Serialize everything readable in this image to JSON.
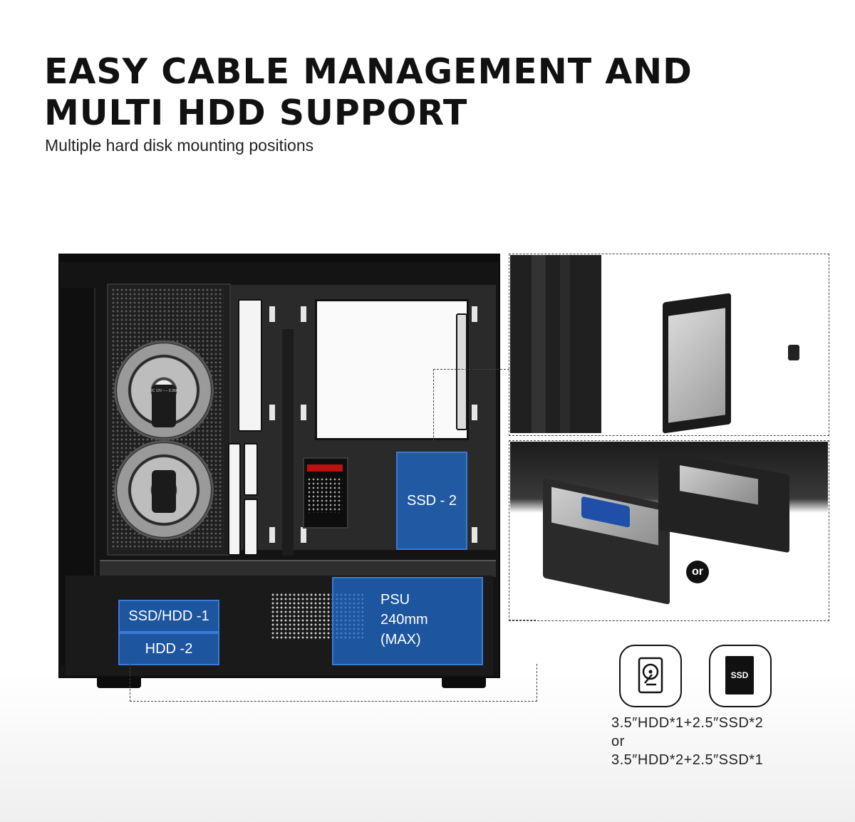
{
  "header": {
    "title_line1": "EASY CABLE MANAGEMENT AND",
    "title_line2": "MULTI HDD SUPPORT",
    "subtitle": "Multiple hard disk mounting positions"
  },
  "case_labels": {
    "ssd2": "SSD - 2",
    "ssd_hdd1": "SSD/HDD -1",
    "hdd2": "HDD -2",
    "psu_line1": "PSU",
    "psu_line2": "240mm",
    "psu_line3": "(MAX)",
    "fan_label": "DC 12V ---- 0.30A"
  },
  "detail_images": {
    "or_badge": "or",
    "icon_ssd_text": "SSD"
  },
  "config_notes": {
    "line1": "3.5″HDD*1+2.5″SSD*2",
    "line2": "or",
    "line3": "3.5″HDD*2+2.5″SSD*1"
  },
  "colors": {
    "highlight_blue": "#1f66c4",
    "case_black": "#141414",
    "dashed_line": "#444444"
  },
  "icons": [
    "hdd-icon",
    "ssd-icon"
  ]
}
